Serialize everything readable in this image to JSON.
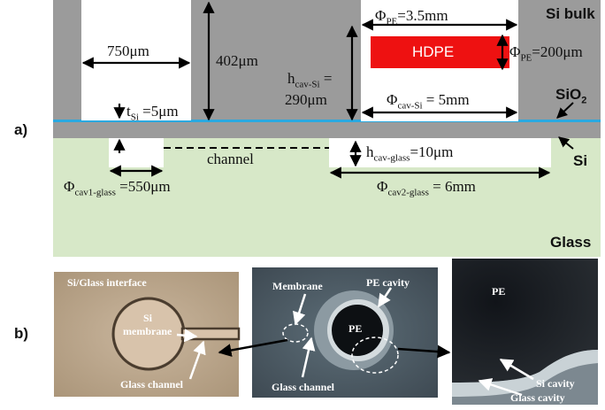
{
  "panel_a": {
    "label": "a)",
    "layer_labels": {
      "si_bulk": "Si bulk",
      "sio2": "SiO",
      "sio2_sub": "2",
      "si": "Si",
      "glass": "Glass"
    },
    "hdpe_label": "HDPE",
    "dims": {
      "phi_pe_top": {
        "sym": "Φ",
        "sub": "PE",
        "val": "=3.5mm"
      },
      "phi_pe_side": {
        "sym": "Φ",
        "sub": "PE",
        "val": "=200μm"
      },
      "w750": "750μm",
      "h402": "402μm",
      "hcav_si_1": "h",
      "hcav_si_sub": "cav-Si",
      "hcav_si_eq": " =",
      "hcav_si_val": "290μm",
      "phi_cav_si": {
        "sym": "Φ",
        "sub": "cav-Si",
        "val": " = 5mm"
      },
      "tsi": {
        "sym": "t",
        "sub": "Si",
        "val": " =5μm"
      },
      "channel": "channel",
      "hcav_glass": {
        "sym": "h",
        "sub": "cav-glass",
        "val": "=10μm"
      },
      "phi_cav1": {
        "sym": "Φ",
        "sub": "cav1-glass",
        "val": " =550μm"
      },
      "phi_cav2": {
        "sym": "Φ",
        "sub": "cav2-glass",
        "val": " = 6mm"
      }
    },
    "colors": {
      "si": "#9b9b9b",
      "glass": "#d7e8c8",
      "sio2": "#2aa9e0",
      "hdpe": "#ee1111"
    }
  },
  "panel_b": {
    "label": "b)",
    "photo1": {
      "title": "Si/Glass interface",
      "membrane_1": "Si",
      "membrane_2": "membrane",
      "channel": "Glass channel"
    },
    "photo2": {
      "membrane": "Membrane",
      "pe_cavity": "PE cavity",
      "pe": "PE",
      "channel": "Glass channel"
    },
    "photo3": {
      "pe": "PE",
      "si_cavity": "Si cavity",
      "glass_cavity": "Glass cavity"
    }
  }
}
